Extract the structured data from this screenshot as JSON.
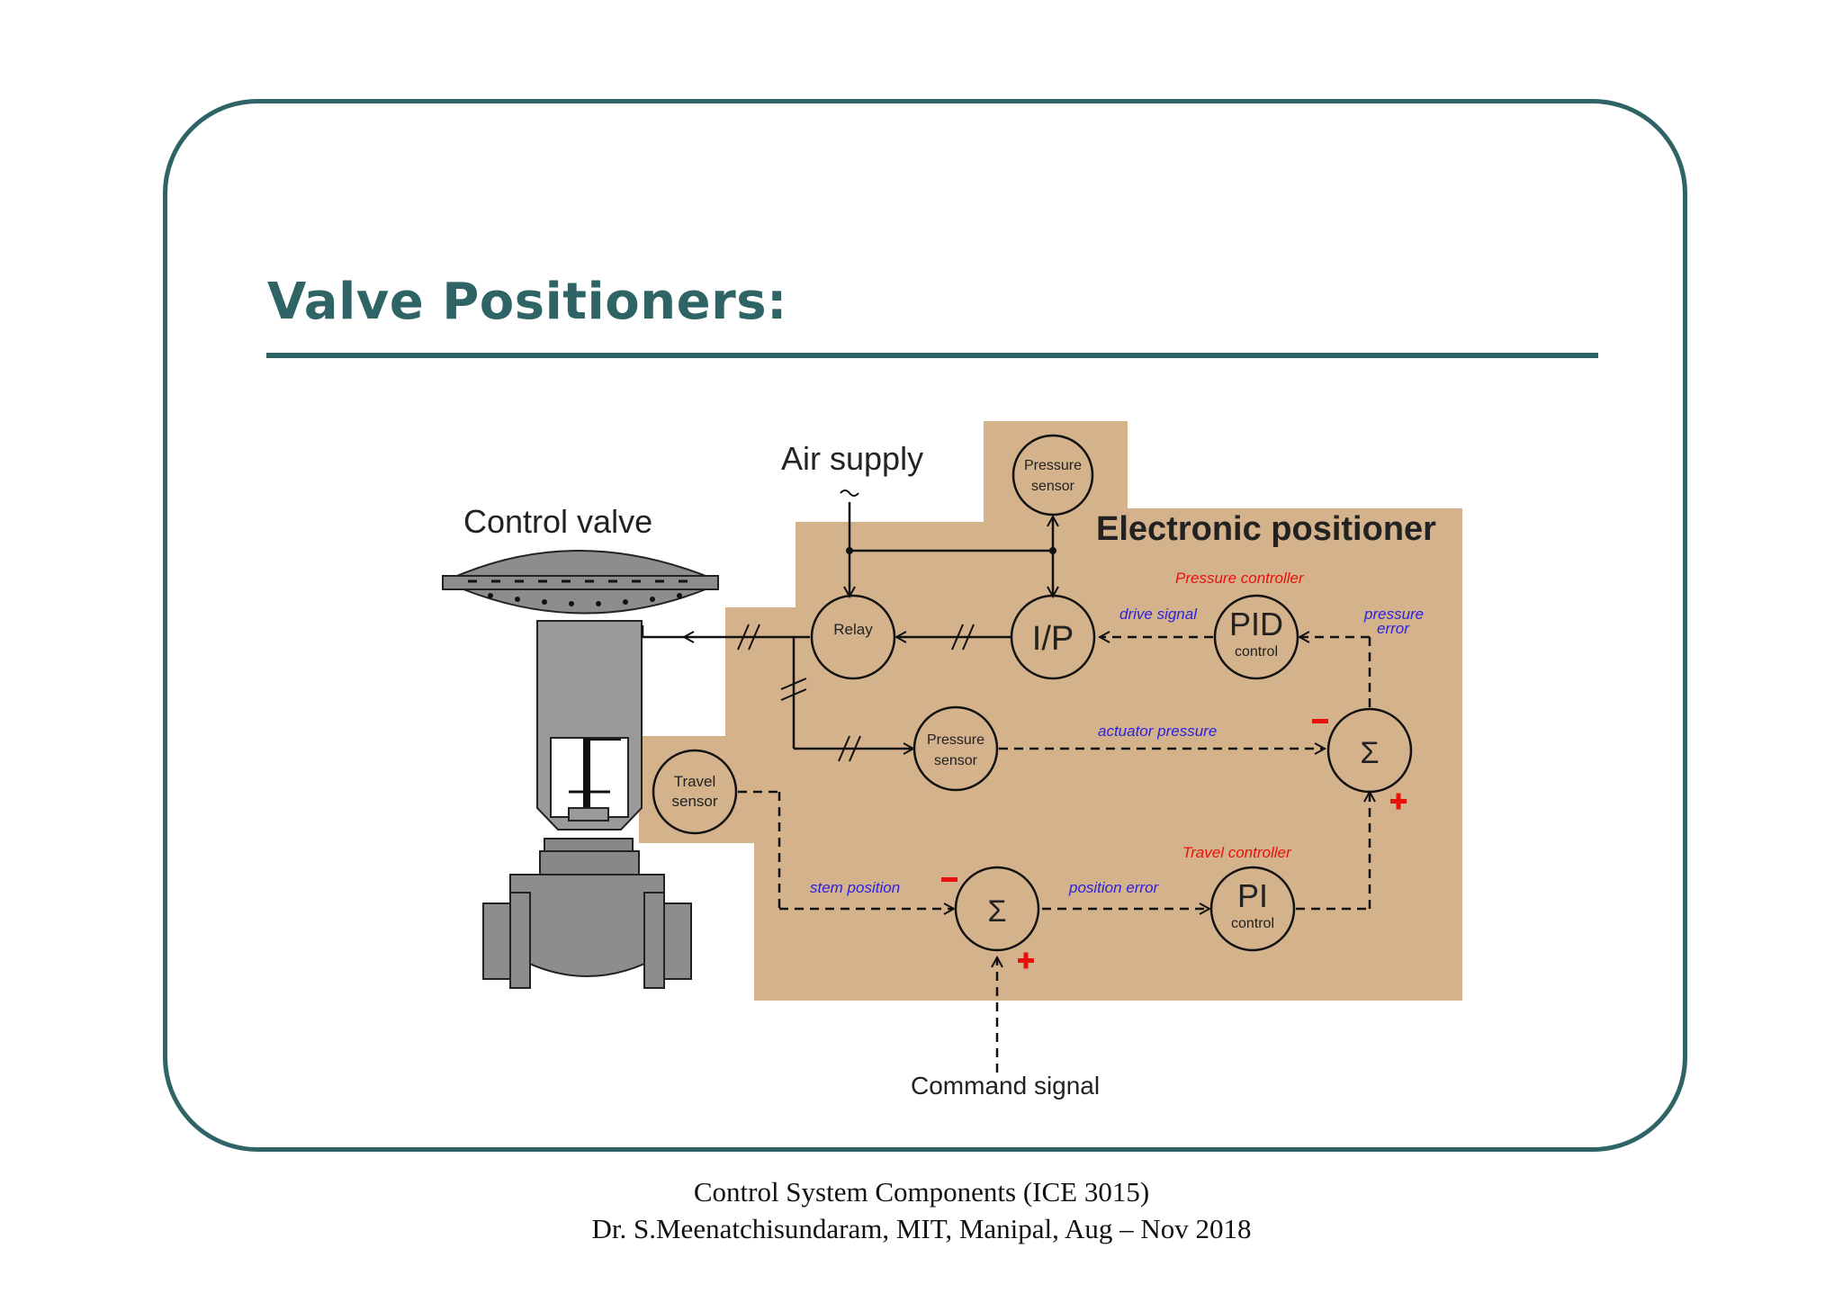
{
  "slide": {
    "title": "Valve Positioners:",
    "footer_line1": "Control System Components (ICE 3015)",
    "footer_line2": "Dr. S.Meenatchisundaram, MIT, Manipal, Aug – Nov 2018"
  },
  "colors": {
    "frame": "#2f6467",
    "positioner_bg": "#d4b28c",
    "signal_blue": "#2b1fe0",
    "controller_red": "#e8120c"
  },
  "diagram": {
    "control_valve": "Control valve",
    "air_supply": "Air supply",
    "electronic_positioner": "Electronic positioner",
    "pressure_controller": "Pressure controller",
    "travel_controller": "Travel controller",
    "command_signal": "Command signal",
    "nodes": {
      "relay": "Relay",
      "ip": "I/P",
      "pid_top": "PID",
      "pid_bottom": "control",
      "pi_top": "PI",
      "pi_bottom": "control",
      "pressure_sensor_top_1": "Pressure",
      "pressure_sensor_top_2": "sensor",
      "pressure_sensor_mid_1": "Pressure",
      "pressure_sensor_mid_2": "sensor",
      "travel_sensor_1": "Travel",
      "travel_sensor_2": "sensor",
      "sum_symbol": "Σ"
    },
    "signals": {
      "drive_signal": "drive signal",
      "pressure_error_1": "pressure",
      "pressure_error_2": "error",
      "actuator_pressure": "actuator pressure",
      "stem_position": "stem position",
      "position_error": "position error"
    }
  }
}
